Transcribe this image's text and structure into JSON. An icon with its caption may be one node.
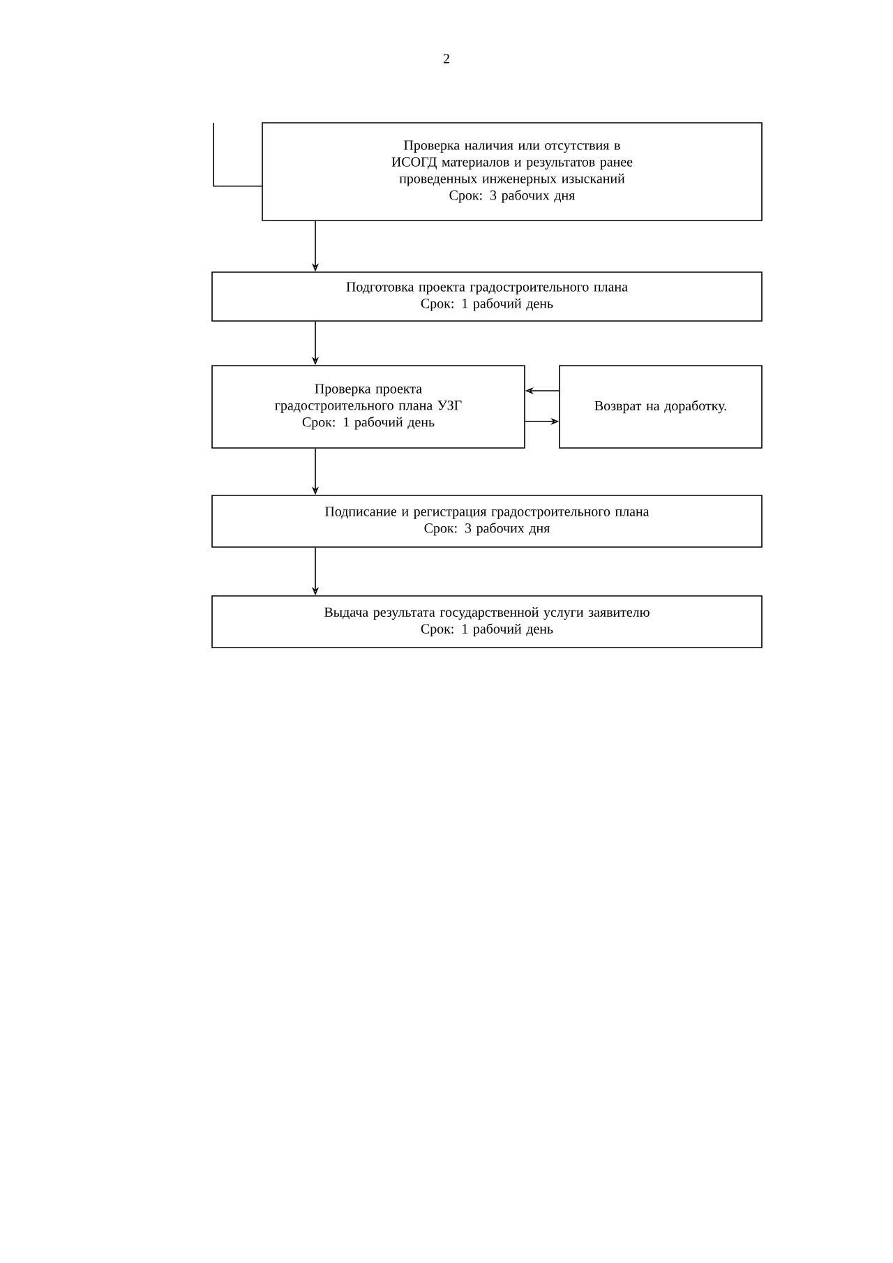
{
  "diagram": {
    "nodes": [
      {
        "text": [
          "Проверка наличия или отсутствия в ИСОГД материалов и результатов ранее проведенных инженерных изысканий",
          "Срок: 3 рабочих дня"
        ]
      },
      {
        "text": [
          "Подготовка проекта градостроительного плана",
          "Срок: 1 рабочий день"
        ]
      },
      {
        "text": [
          "Проверка проекта градостроительного плана УЗГ",
          "Срок: 1 рабочий день"
        ]
      },
      {
        "text": [
          "Возврат на доработку."
        ]
      },
      {
        "text": [
          "Подписание и регистрация градостроительного плана",
          "Срок: 3 рабочих дня"
        ]
      },
      {
        "text": [
          "Выдача результата государственной услуги заявителю",
          "Срок: 1 рабочий день"
        ]
      }
    ],
    "edges": [
      {
        "from": null,
        "to": 0,
        "arrow": "none"
      },
      {
        "from": 0,
        "to": 1,
        "arrow": "to"
      },
      {
        "from": 1,
        "to": 2,
        "arrow": "to"
      },
      {
        "from": 3,
        "to": 2,
        "arrow": "to"
      },
      {
        "from": 2,
        "to": 3,
        "arrow": "to"
      },
      {
        "from": 2,
        "to": 4,
        "arrow": "to"
      },
      {
        "from": 4,
        "to": 5,
        "arrow": "to"
      }
    ],
    "labels": [
      "2"
    ]
  }
}
